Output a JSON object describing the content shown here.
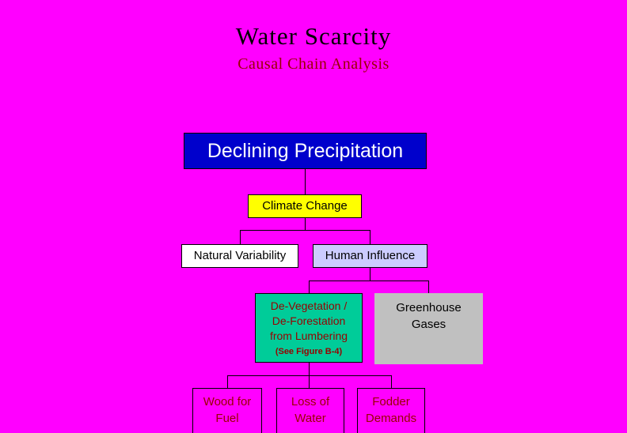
{
  "slide": {
    "title": "Water Scarcity",
    "subtitle": "Causal Chain Analysis"
  },
  "colors": {
    "background": "#FF00FF",
    "declining_box": "#0000CC",
    "declining_text": "#FFFFFF",
    "climate_box": "#FFFF00",
    "natural_box": "#FFFFFF",
    "human_box": "#CCCCFF",
    "devegetation_box": "#00CC99",
    "greenhouse_box": "#C0C0C0",
    "dark_red_text": "#990000",
    "line_color": "#000000"
  },
  "nodes": {
    "declining": {
      "label": "Declining Precipitation"
    },
    "climate": {
      "label": "Climate Change"
    },
    "natural": {
      "label": "Natural Variability"
    },
    "human": {
      "label": "Human Influence"
    },
    "devegetation": {
      "line1": "De-Vegetation /",
      "line2": "De-Forestation",
      "line3": "from Lumbering",
      "note": "(See Figure B-4)"
    },
    "greenhouse": {
      "line1": "Greenhouse",
      "line2": "Gases"
    },
    "wood": {
      "line1": "Wood for",
      "line2": "Fuel"
    },
    "loss": {
      "line1": "Loss of",
      "line2": "Water"
    },
    "fodder": {
      "line1": "Fodder",
      "line2": "Demands"
    }
  }
}
